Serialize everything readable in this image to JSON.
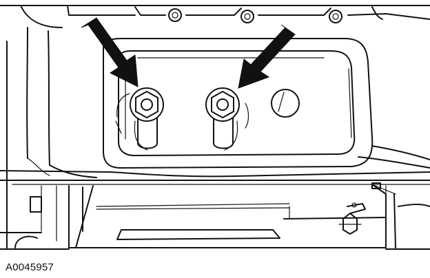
{
  "figure": {
    "code": "A0045957"
  },
  "palette": {
    "line": "#111111",
    "background": "#ffffff"
  },
  "callouts": [
    {
      "id": "arrow-left",
      "points_to": "left-bolt"
    },
    {
      "id": "arrow-right",
      "points_to": "right-bolt"
    }
  ],
  "icons": [
    "hex-bolt",
    "indicator-arrow"
  ]
}
